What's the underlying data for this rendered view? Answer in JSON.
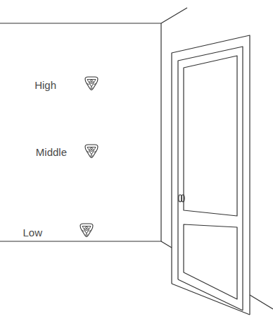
{
  "diagram": {
    "labels": [
      "High",
      "Middle",
      "Low"
    ]
  }
}
